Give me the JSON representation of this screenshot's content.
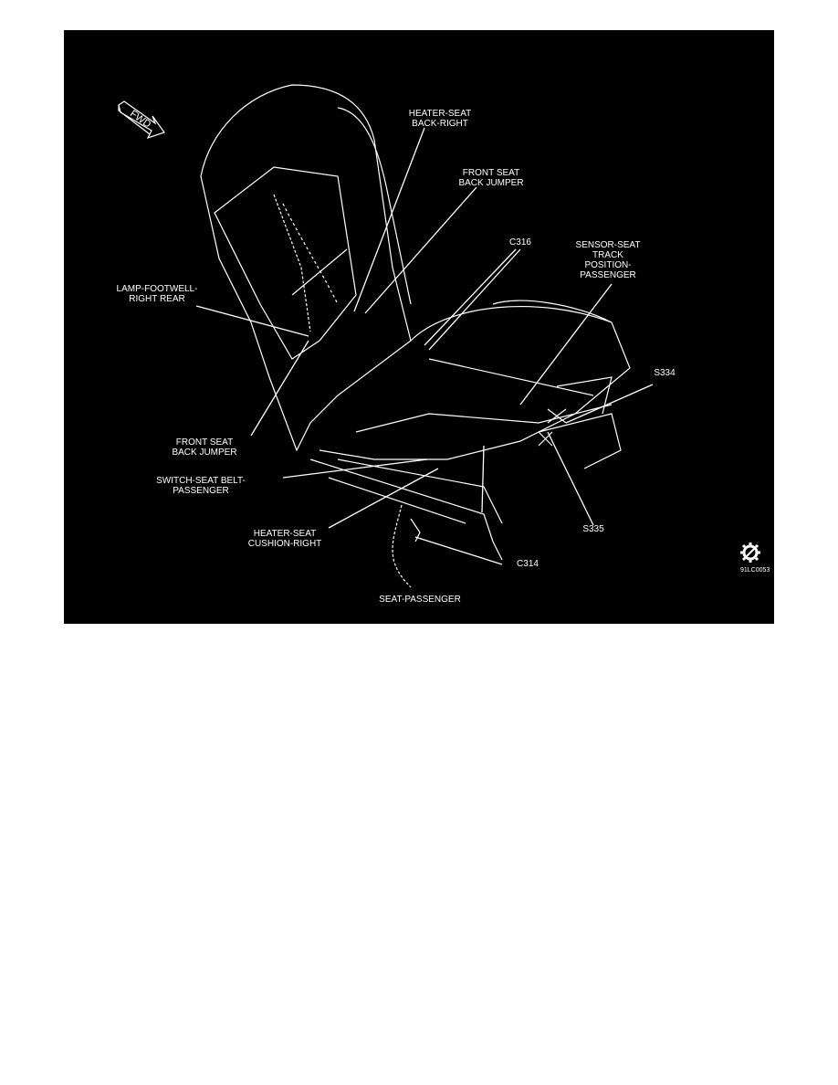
{
  "figure": {
    "title": "SEAT-PASSENGER",
    "figure_code": "91LC0053",
    "direction_arrow": "FWD",
    "colors": {
      "background": "#000000",
      "lines": "#ffffff"
    },
    "callouts": [
      {
        "lines": [
          "HEATER-SEAT",
          "BACK-RIGHT"
        ]
      },
      {
        "lines": [
          "FRONT SEAT",
          "BACK JUMPER"
        ]
      },
      {
        "lines": [
          "C316"
        ]
      },
      {
        "lines": [
          "SENSOR-SEAT",
          "TRACK",
          "POSITION-",
          "PASSENGER"
        ]
      },
      {
        "lines": [
          "LAMP-FOOTWELL-",
          "RIGHT REAR"
        ]
      },
      {
        "lines": [
          "S334"
        ]
      },
      {
        "lines": [
          "FRONT SEAT",
          "BACK JUMPER"
        ]
      },
      {
        "lines": [
          "SWITCH-SEAT BELT-",
          "PASSENGER"
        ]
      },
      {
        "lines": [
          "S335"
        ]
      },
      {
        "lines": [
          "HEATER-SEAT",
          "CUSHION-RIGHT"
        ]
      },
      {
        "lines": [
          "C314"
        ]
      }
    ]
  }
}
